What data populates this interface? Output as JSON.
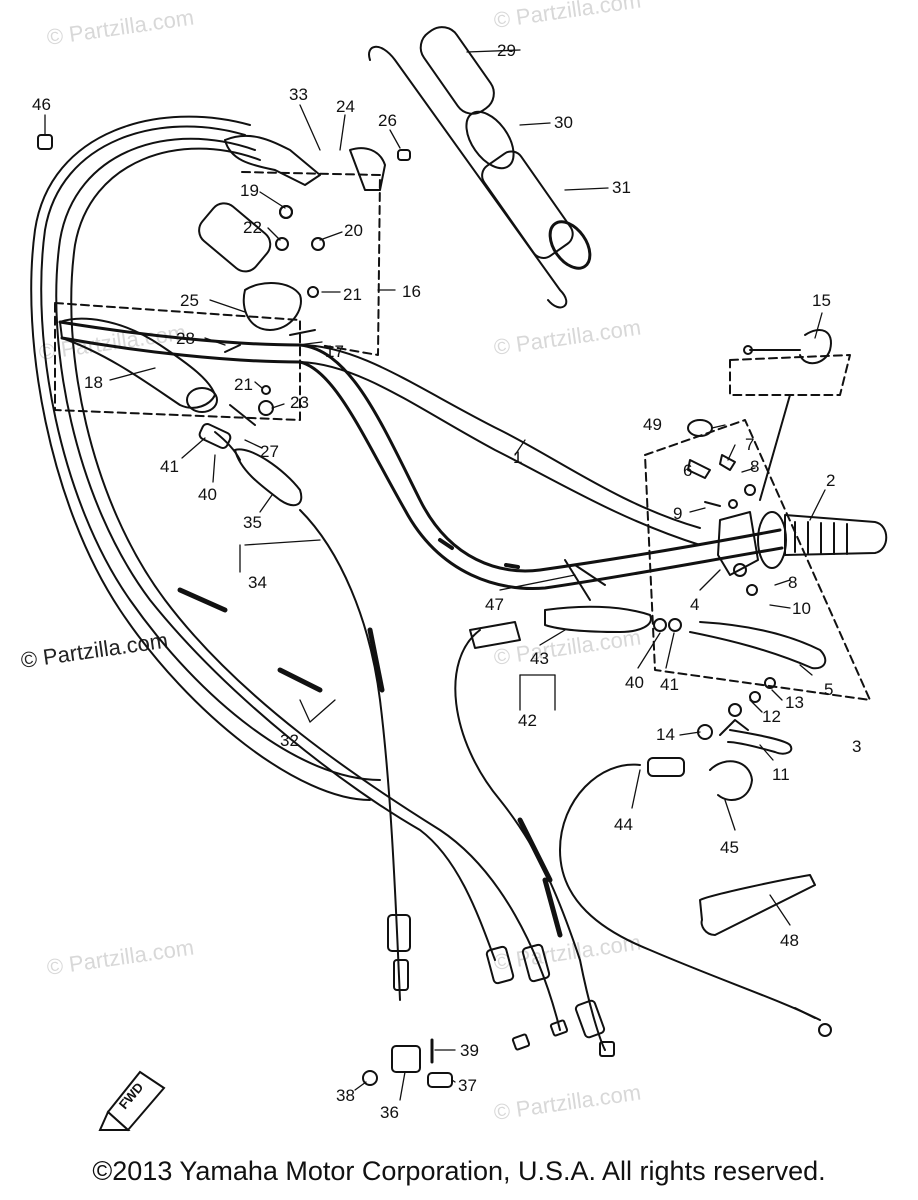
{
  "watermarks": [
    "© Partzilla.com",
    "© Partzilla.com",
    "© Partzilla.com",
    "© Partzilla.com",
    "© Partzilla.com",
    "© Partzilla.com",
    "© Partzilla.com",
    "© Partzilla.com"
  ],
  "watermark_main": "© Partzilla.com",
  "fwd_label": "FWD",
  "copyright": "©2013 Yamaha Motor Corporation, U.S.A. All rights reserved.",
  "labels": {
    "p1": "1",
    "p2": "2",
    "p3": "3",
    "p4": "4",
    "p5": "5",
    "p6": "6",
    "p7": "7",
    "p8a": "8",
    "p8b": "8",
    "p9": "9",
    "p10": "10",
    "p11": "11",
    "p12": "12",
    "p13": "13",
    "p14": "14",
    "p15": "15",
    "p16": "16",
    "p17": "17",
    "p18": "18",
    "p19": "19",
    "p20": "20",
    "p21a": "21",
    "p21b": "21",
    "p22": "22",
    "p23": "23",
    "p24": "24",
    "p25": "25",
    "p26": "26",
    "p27": "27",
    "p28": "28",
    "p29": "29",
    "p30": "30",
    "p31": "31",
    "p32": "32",
    "p33": "33",
    "p34": "34",
    "p35": "35",
    "p36": "36",
    "p37": "37",
    "p38": "38",
    "p39": "39",
    "p40a": "40",
    "p40b": "40",
    "p41a": "41",
    "p41b": "41",
    "p42": "42",
    "p43": "43",
    "p44": "44",
    "p45": "45",
    "p46": "46",
    "p47": "47",
    "p48": "48",
    "p49": "49"
  }
}
